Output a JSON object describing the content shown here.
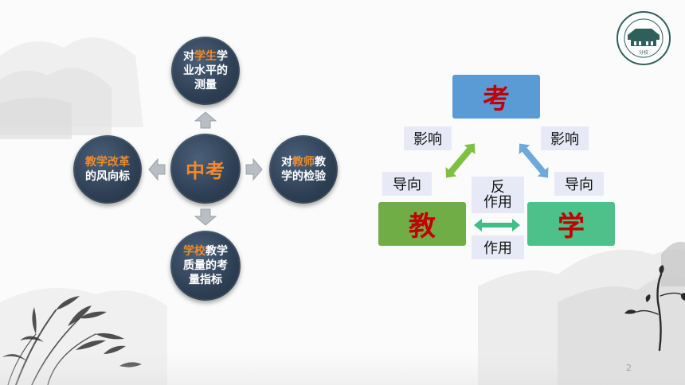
{
  "mindmap": {
    "center": "中考",
    "top": {
      "highlight": "学生",
      "prefix": "对",
      "rest": "学业水平的测量"
    },
    "right": {
      "prefix": "对",
      "highlight": "教师",
      "rest": "教学的检验"
    },
    "bottom": {
      "highlight": "学校",
      "rest": "教学质量的考量指标"
    },
    "left": {
      "highlight": "教学改革",
      "rest": "的风向标"
    }
  },
  "triangle": {
    "top": "考",
    "left": "教",
    "right": "学",
    "influence_left": "影响",
    "influence_right": "影响",
    "guide_left": "导向",
    "guide_right": "导向",
    "reaction_1": "反",
    "reaction_2": "作用",
    "action": "作用"
  },
  "logo_text": "分校",
  "page_number": "2",
  "colors": {
    "accent_orange": "#f08a2c",
    "circle": "#2e3f54",
    "box_kao": "#5b9bd5",
    "box_jiao": "#70ad47",
    "box_xue": "#4ec18a",
    "char_red": "#c00000"
  }
}
